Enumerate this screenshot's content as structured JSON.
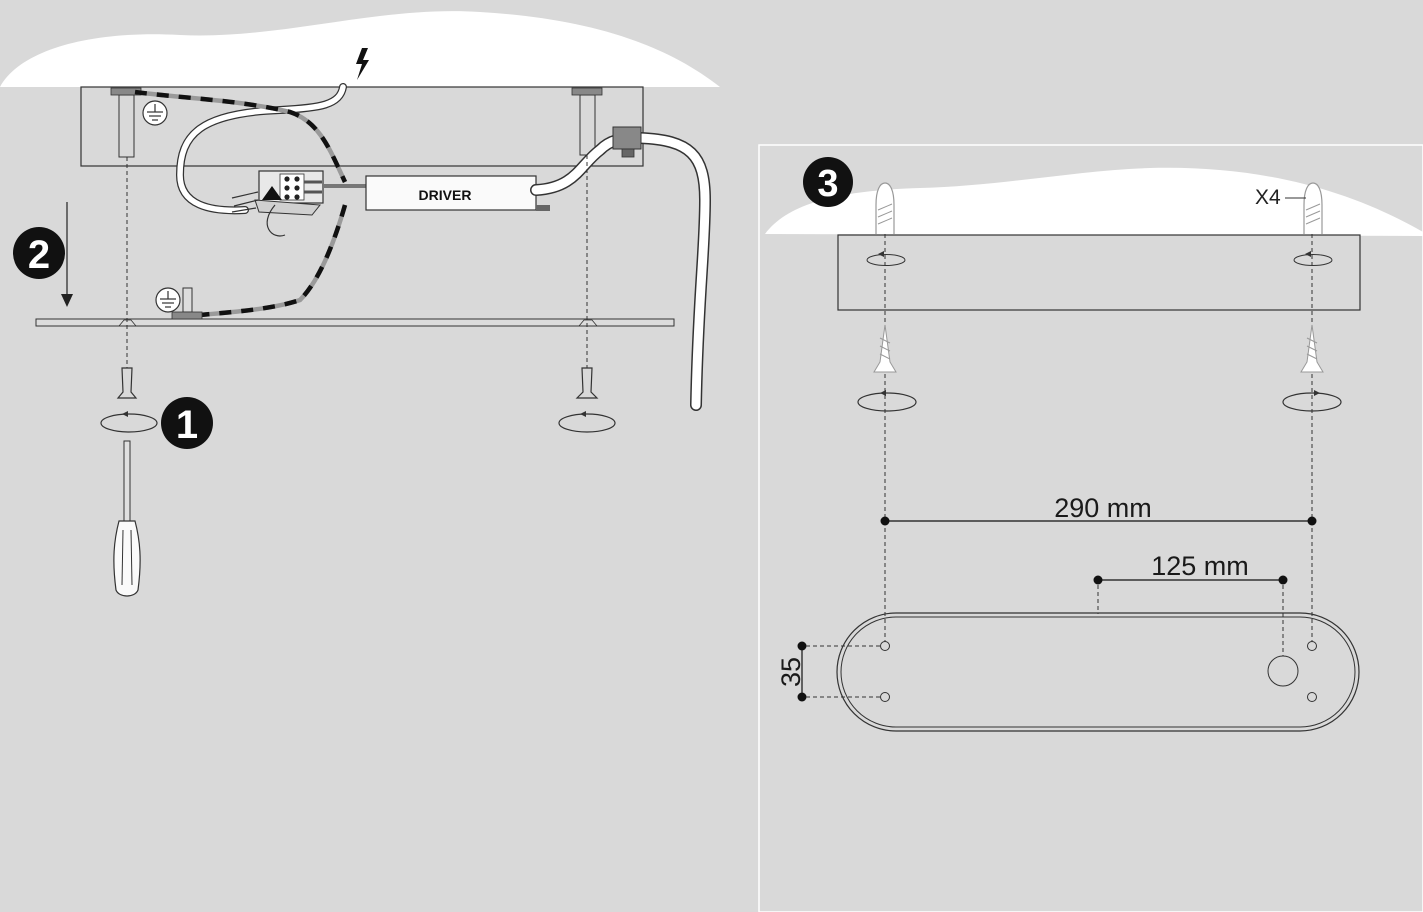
{
  "diagram": {
    "steps": [
      "1",
      "2",
      "3"
    ],
    "driver_label": "DRIVER",
    "quantity_label": "X4",
    "dimensions": {
      "hole_spacing": "290 mm",
      "offset": "125 mm",
      "vertical_spacing": "35"
    },
    "colors": {
      "background": "#d9d9d9",
      "ceiling": "#ffffff",
      "line": "#333333",
      "cable_dark": "#111111",
      "cable_light": "#9a9a9a"
    }
  }
}
